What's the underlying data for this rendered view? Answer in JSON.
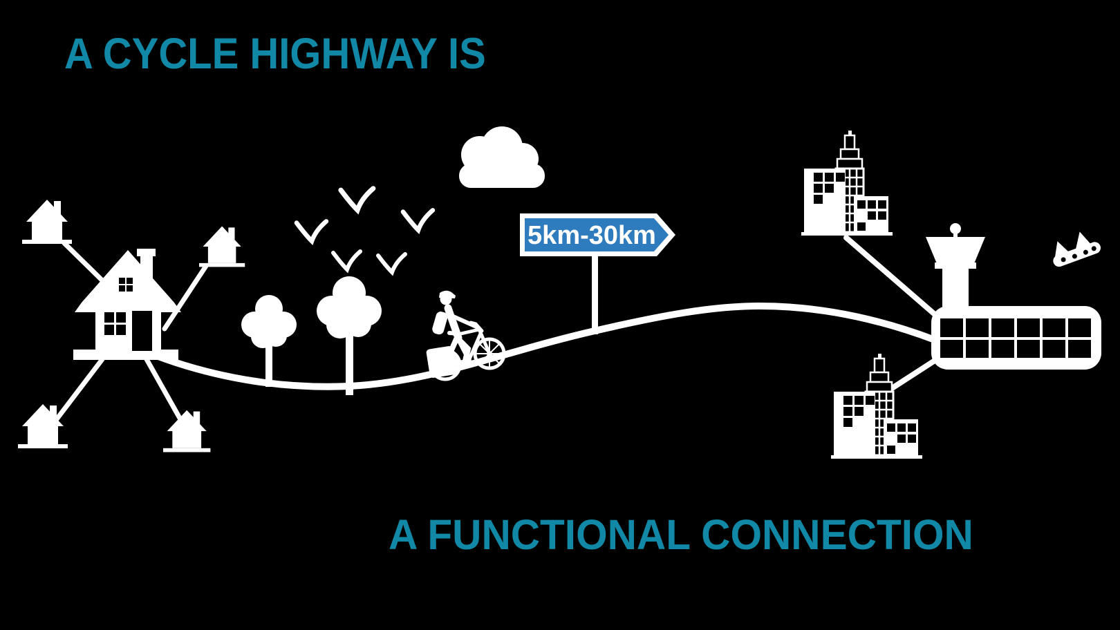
{
  "title": "A CYCLE HIGHWAY IS",
  "subtitle": "A FUNCTIONAL CONNECTION",
  "sign": {
    "label": "5km-30km",
    "shape": "right-pointing-arrow-sign",
    "color": "#2E7BBE",
    "border_color": "#FFFFFF"
  },
  "colors": {
    "background": "#000000",
    "accent_teal": "#1088A6",
    "artwork_white": "#FFFFFF",
    "sign_blue": "#2E7BBE"
  },
  "scene": {
    "left_cluster": {
      "icon": "house-icon",
      "main_house": 1,
      "satellite_houses": 4,
      "connection_lines": 4
    },
    "trees": 2,
    "birds": 5,
    "cloud": 1,
    "cyclist": {
      "icon": "cyclist-icon",
      "riding_direction": "right"
    },
    "road": {
      "shape": "s-curve",
      "from": "houses",
      "to": "airport-terminal"
    },
    "cities": {
      "icon": "city-buildings-icon",
      "count": 2
    },
    "airport": {
      "icon": "airport-terminal-icon",
      "control_tower": 1,
      "terminal_window_rows": 2,
      "terminal_window_cols": 6,
      "connection_lines": 2
    },
    "airplane": {
      "icon": "airplane-icon"
    }
  }
}
